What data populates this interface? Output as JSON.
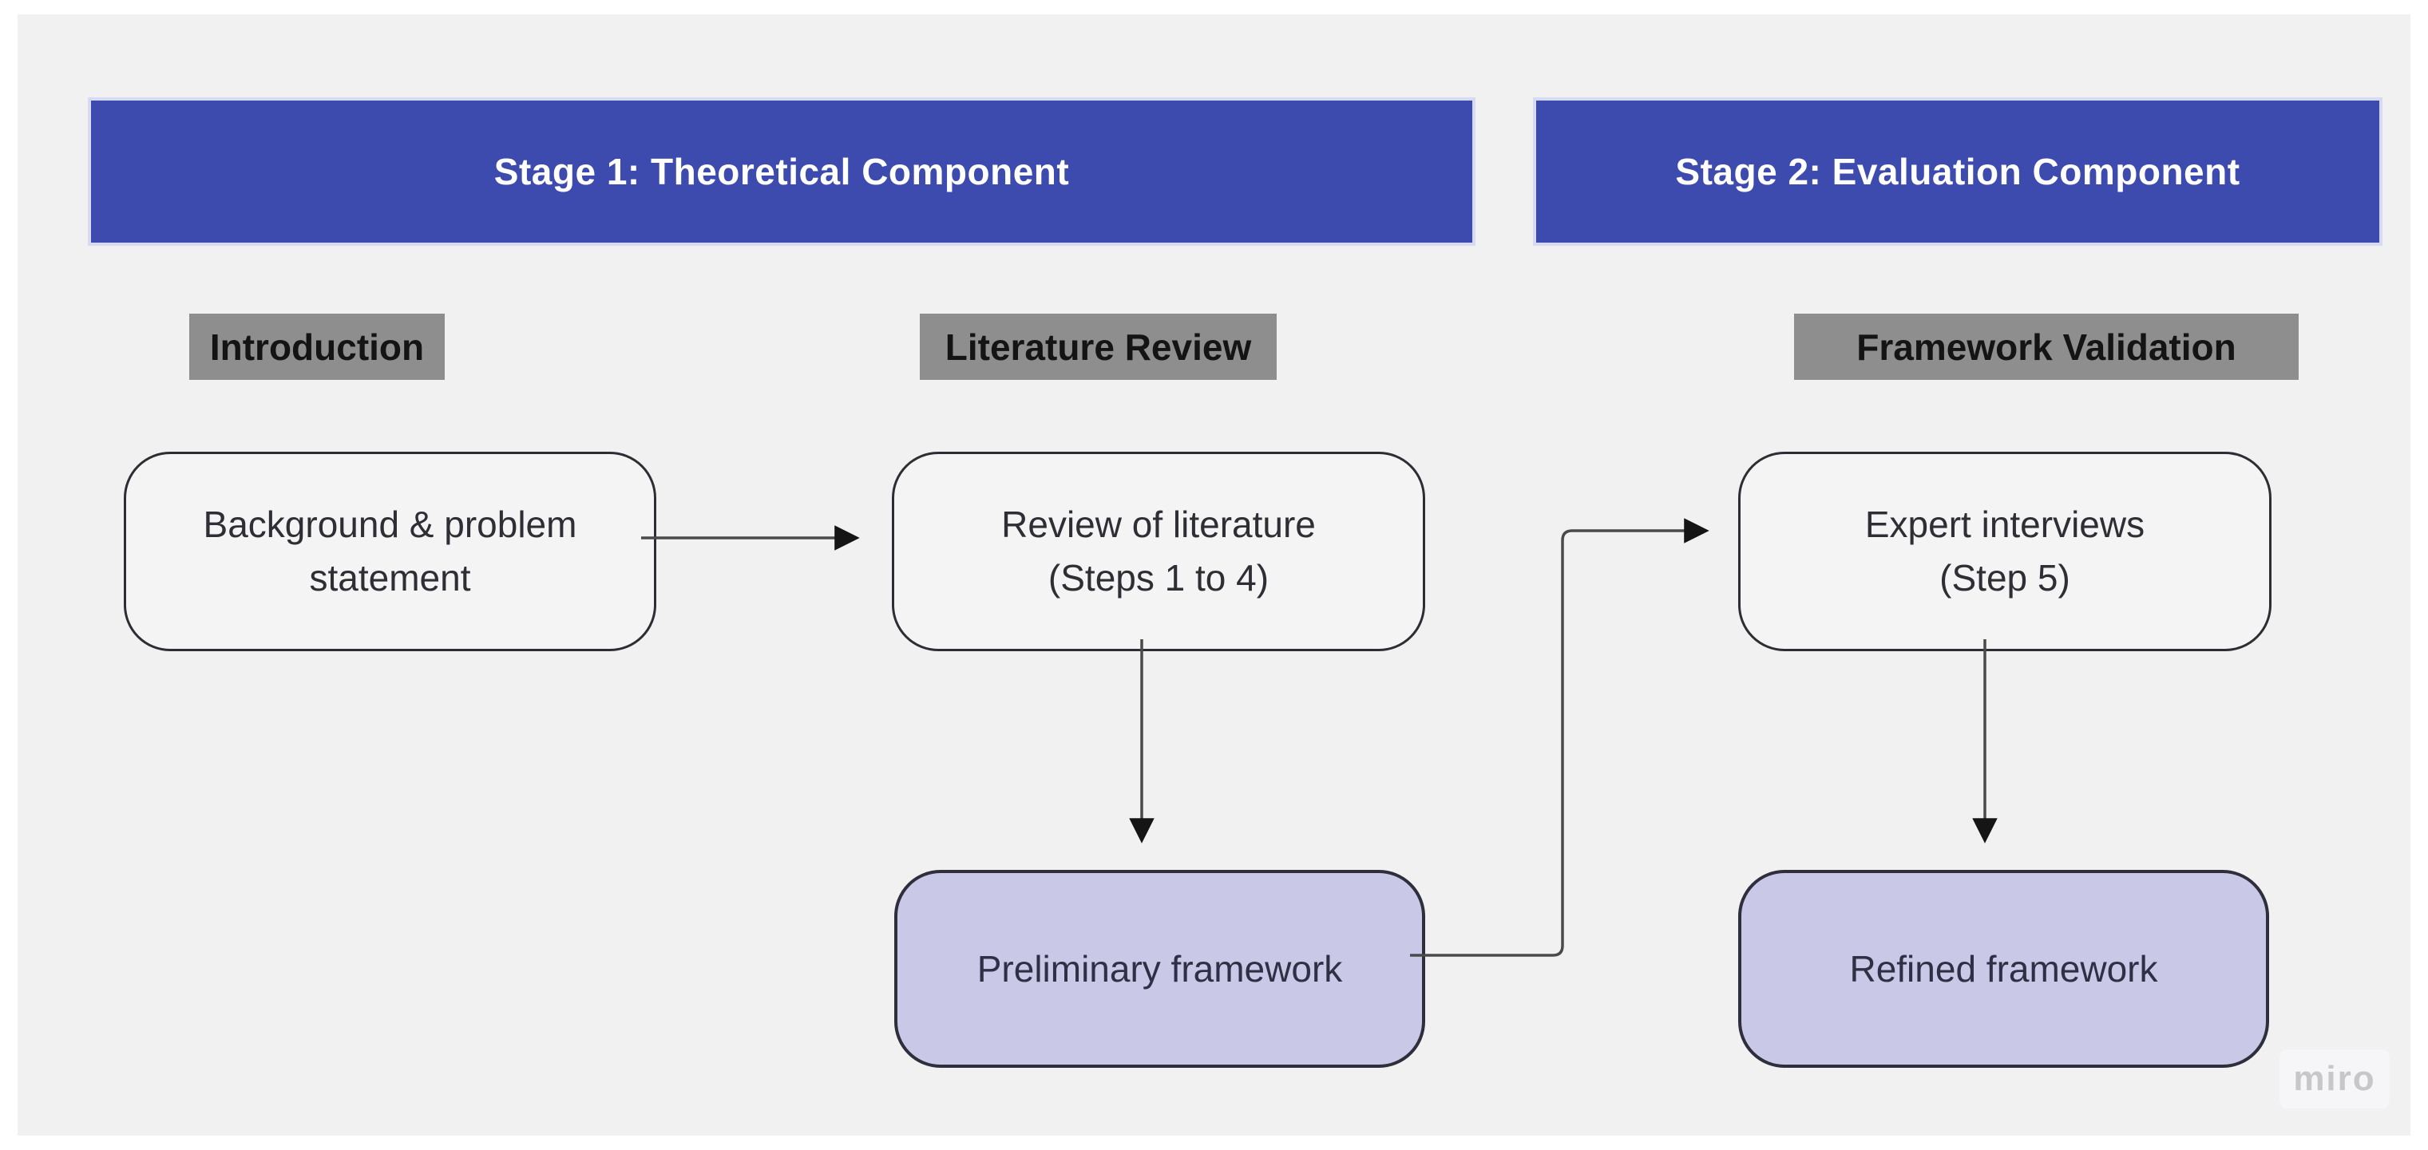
{
  "diagram": {
    "kind": "two-stage research methodology flowchart",
    "stage_bars": [
      {
        "label": "Stage 1: Theoretical Component"
      },
      {
        "label": "Stage 2: Evaluation Component"
      }
    ],
    "section_labels": [
      {
        "label": "Introduction"
      },
      {
        "label": "Literature Review"
      },
      {
        "label": "Framework Validation"
      }
    ],
    "nodes": [
      {
        "id": "background-problem",
        "kind": "step",
        "lines": [
          "Background & problem",
          "statement"
        ]
      },
      {
        "id": "review-literature",
        "kind": "step",
        "lines": [
          "Review of literature",
          "(Steps 1 to 4)"
        ]
      },
      {
        "id": "expert-interviews",
        "kind": "step",
        "lines": [
          "Expert interviews",
          "(Step 5)"
        ]
      },
      {
        "id": "preliminary-framework",
        "kind": "output",
        "lines": [
          "Preliminary framework"
        ]
      },
      {
        "id": "refined-framework",
        "kind": "output",
        "lines": [
          "Refined framework"
        ]
      }
    ],
    "connectors": [
      {
        "from": "background-problem",
        "to": "review-literature",
        "shape": "straight-horizontal",
        "arrowhead": true
      },
      {
        "from": "review-literature",
        "to": "preliminary-framework",
        "shape": "straight-vertical",
        "arrowhead": true
      },
      {
        "from": "preliminary-framework",
        "to": "expert-interviews",
        "shape": "elbow-right-up-right",
        "arrowhead": true
      },
      {
        "from": "expert-interviews",
        "to": "refined-framework",
        "shape": "straight-vertical",
        "arrowhead": true
      }
    ],
    "colors": {
      "page_bg": "#FFFFFF",
      "canvas_bg": "#F1F1F2",
      "stage_bar_bg": "#3E4BAE",
      "stage_bar_edge": "#D6DAF3",
      "stage_bar_text": "#FFFFFF",
      "section_label_bg": "#8E8E8E",
      "section_label_text": "#141414",
      "step_node_bg": "#F4F4F5",
      "step_node_border": "#2D2D33",
      "output_node_bg": "#C9C9E7",
      "output_node_border": "#2E2E3C",
      "connector_line": "#4A4A4A",
      "arrowhead": "#151515",
      "watermark_text": "#C7C7CA"
    }
  },
  "watermark": {
    "label": "miro"
  }
}
